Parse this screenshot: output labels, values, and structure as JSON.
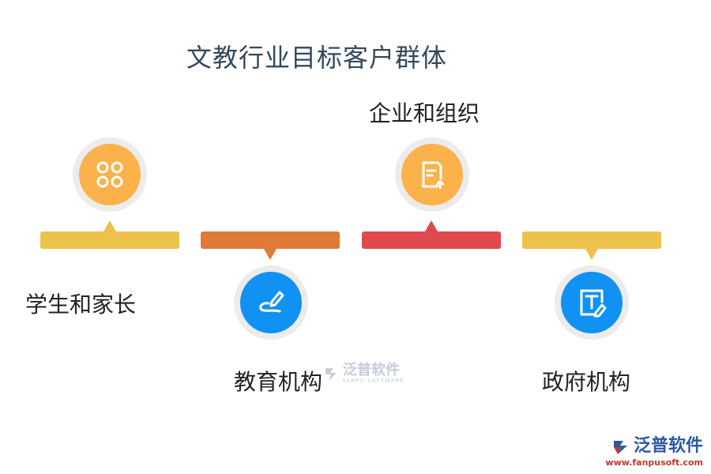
{
  "title": "文教行业目标客户群体",
  "colors": {
    "yellow": "#ecc24b",
    "orange": "#e07a38",
    "red": "#de4a4d",
    "node_orange": "#fbb24b",
    "node_blue": "#1192f2"
  },
  "nodes": [
    {
      "label": "学生和家长",
      "icon": "grid-circles-icon"
    },
    {
      "label": "教育机构",
      "icon": "pen-scribble-icon"
    },
    {
      "label": "企业和组织",
      "icon": "document-upload-icon"
    },
    {
      "label": "政府机构",
      "icon": "text-edit-icon"
    }
  ],
  "watermark": {
    "text": "泛普软件",
    "sub": "FANPU SOFTWARE"
  },
  "brand": {
    "name": "泛普软件",
    "url": "www.fanpusoft.com"
  }
}
